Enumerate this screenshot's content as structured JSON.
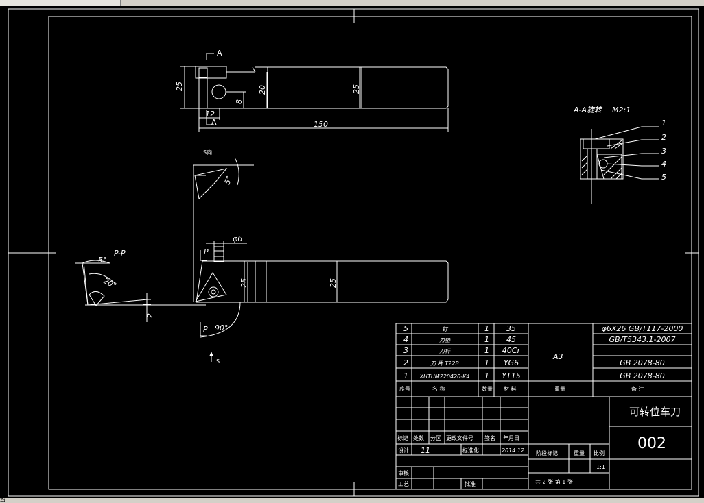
{
  "window": {
    "bottom_text": "Zi"
  },
  "views": {
    "section_a_label": "A",
    "section_a_label2": "A",
    "dim_top_height": "25",
    "dim_top_20": "20",
    "dim_top_8": "8",
    "dim_top_12": "12",
    "dim_top_length": "150",
    "dim_top_shank": "25",
    "s_view_label": "S向",
    "dim_s_angle": "5°",
    "pp_label": "P-P",
    "dim_pp_5": "5°",
    "dim_pp_20": "20°",
    "dim_pp_2": "2",
    "p_label_top": "P",
    "p_label_bottom": "P",
    "dim_phi6": "φ6",
    "dim_front_25a": "25",
    "dim_front_25b": "25",
    "dim_90": "90°",
    "s_arrow_label": "S",
    "aa_label": "A-A旋转",
    "aa_scale": "M2:1",
    "callouts": [
      "1",
      "2",
      "3",
      "4",
      "5"
    ]
  },
  "parts_list": [
    {
      "no": "5",
      "name": "钉",
      "qty": "1",
      "material": "35",
      "std": "φ6X26  GB/T117-2000"
    },
    {
      "no": "4",
      "name": "刀垫",
      "qty": "1",
      "material": "45",
      "std": "GB/T5343.1-2007"
    },
    {
      "no": "3",
      "name": "刀杆",
      "qty": "1",
      "material": "40Cr",
      "std": ""
    },
    {
      "no": "2",
      "name": "刀  片  T22B",
      "qty": "1",
      "material": "YG6",
      "std": "GB  2078-80"
    },
    {
      "no": "1",
      "name": "XHTUM220420-K4",
      "qty": "1",
      "material": "YT15",
      "std": "GB  2078-80"
    }
  ],
  "parts_header": {
    "no": "序号",
    "name": "名    称",
    "qty": "数量",
    "material": "材  料",
    "weight": "重量",
    "remark": "备    注"
  },
  "sheet_size": "A3",
  "title_block": {
    "title": "可转位车刀",
    "drawing_no": "002",
    "rev_headers": [
      "标记",
      "处数",
      "分区",
      "更改文件号",
      "签名",
      "年月日"
    ],
    "design_label": "设计",
    "design_value": "11",
    "std_label": "标准化",
    "date": "2014.12",
    "stage_label": "阶段标记",
    "weight_label": "重量",
    "scale_label": "比例",
    "scale_value": "1:1",
    "check_label": "审核",
    "process_label": "工艺",
    "approve_label": "批准",
    "sheets_text": "共 2  张  第 1 张"
  }
}
